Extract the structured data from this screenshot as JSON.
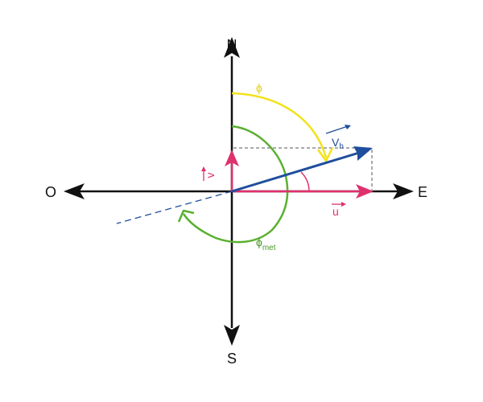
{
  "compass": {
    "north": "N",
    "south": "S",
    "east": "E",
    "west": "O"
  },
  "vectors": {
    "horizontal_wind": {
      "symbol": "V",
      "subscript": "h"
    },
    "u_component": {
      "symbol": "u"
    },
    "v_component": {
      "symbol": "v"
    }
  },
  "angles": {
    "wind_direction": {
      "symbol": "ϕ"
    },
    "meteorological_direction": {
      "symbol": "ϕ",
      "subscript": "met"
    }
  },
  "colors": {
    "axes": "#111111",
    "horizontal_wind": "#1f4e9c",
    "components": "#e0306e",
    "wind_direction_angle": "#f2e21a",
    "meteorological_angle": "#5ab030",
    "guides": "#555555"
  }
}
